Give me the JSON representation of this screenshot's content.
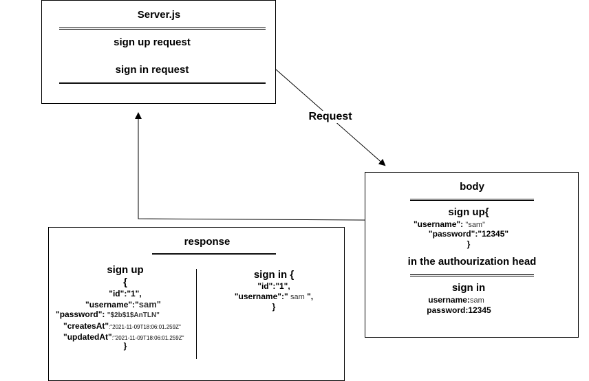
{
  "server": {
    "title": "Server.js",
    "items": [
      "sign up request",
      "sign in request"
    ]
  },
  "connector": {
    "label": "Request"
  },
  "body_box": {
    "title": "body",
    "signup_header": "sign up{",
    "signup_username_key": "\"username\":",
    "signup_username_val": "\"sam\"",
    "signup_password": "\"password\":\"12345\"",
    "signup_close": "}",
    "auth_note": "in the authourization head",
    "signin_header": "sign in",
    "signin_username_key": "username:",
    "signin_username_val": "sam",
    "signin_password": "password:12345"
  },
  "response": {
    "title": "response",
    "signup": {
      "header": "sign up",
      "open": "{",
      "id": "\"id\":\"1\",",
      "username_key": "\"username\":\"",
      "username_val": "sam\"",
      "password_key": "\"password\":",
      "password_val": "\"$2b$1$AnTLN\"",
      "created_key": "\"createsAt\"",
      "created_val": ":\"2021-11-09T18:06:01.259Z\"",
      "updated_key": "\"updatedAt\"",
      "updated_val": ":\"2021-11-09T18:06:01.259Z\"",
      "close": "}"
    },
    "signin": {
      "header": "sign in {",
      "id": "\"id\":\"1\",",
      "username_key": "\"username\":\"",
      "username_val": "sam",
      "username_end": "\",",
      "close": "}"
    }
  }
}
